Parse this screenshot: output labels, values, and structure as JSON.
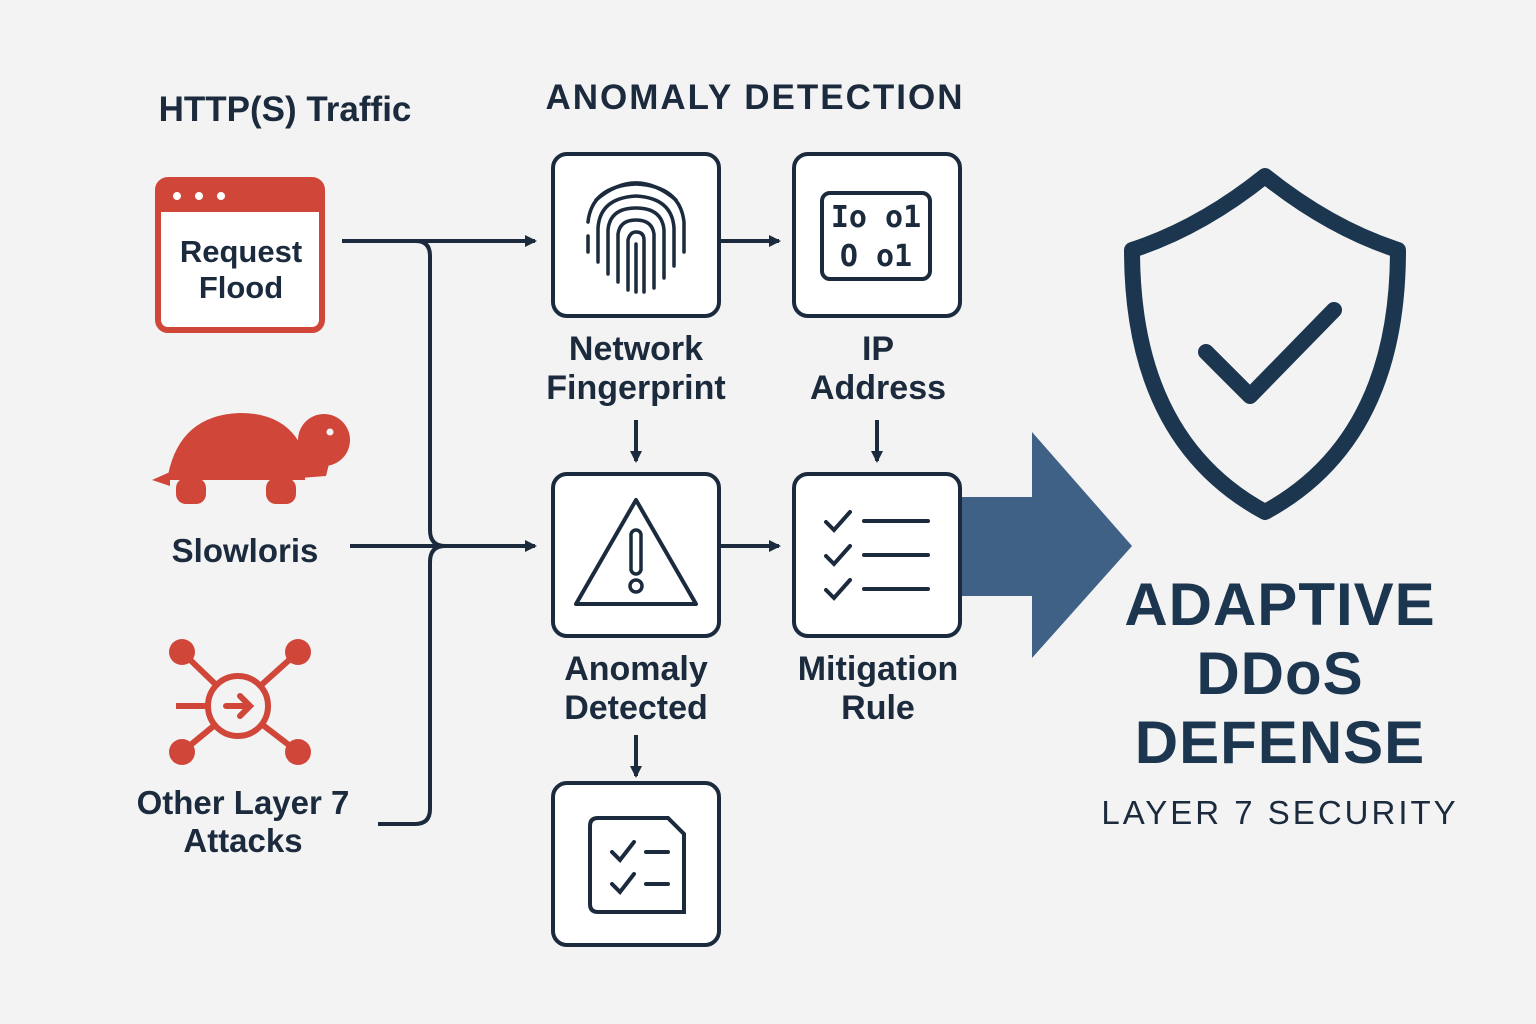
{
  "headings": {
    "traffic": "HTTP(S) Traffic",
    "detection": "ANOMALY DETECTION"
  },
  "sources": {
    "request_flood": "Request\nFlood",
    "slowloris": "Slowloris",
    "other": "Other Layer 7\nAttacks"
  },
  "nodes": {
    "fingerprint": "Network\nFingerprint",
    "ip": "IP\nAddress",
    "anomaly": "Anomaly\nDetected",
    "mitigation": "Mitigation\nRule"
  },
  "binary_glyph": {
    "row1": "Io o1",
    "row2": "O o1"
  },
  "defense": {
    "title": "ADAPTIVE\nDDoS\nDEFENSE",
    "subtitle": "LAYER 7 SECURITY"
  },
  "icons": {
    "request_flood": "browser-window-icon",
    "slowloris": "turtle-icon",
    "other": "network-hub-icon",
    "fingerprint": "fingerprint-icon",
    "ip": "binary-icon",
    "anomaly": "warning-triangle-icon",
    "mitigation": "checklist-icon",
    "result": "document-check-icon",
    "defense": "shield-check-icon"
  },
  "colors": {
    "ink": "#1b2a3c",
    "attack_red": "#d0473a",
    "navy": "#1c3650",
    "arrow_blue": "#3f6186",
    "background": "#f3f3f3"
  }
}
